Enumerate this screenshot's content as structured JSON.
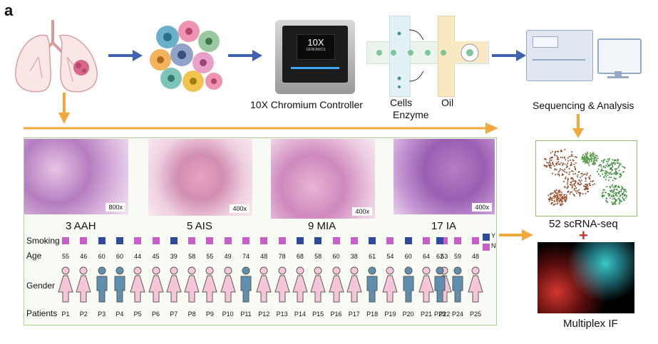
{
  "panel_label": "a",
  "steps": {
    "controller": "10X Chromium Controller",
    "device_brand": "10X",
    "device_brand_sub": "GENOMICS",
    "cells": "Cells",
    "enzyme": "Enzyme",
    "oil": "Oil",
    "sequencing": "Sequencing & Analysis"
  },
  "histology": [
    {
      "label": "3 AAH",
      "mag": "800x"
    },
    {
      "label": "5 AIS",
      "mag": "400x"
    },
    {
      "label": "9 MIA",
      "mag": "400x"
    },
    {
      "label": "17 IA",
      "mag": "400x"
    }
  ],
  "rows": {
    "smoking": "Smoking",
    "age": "Age",
    "gender": "Gender",
    "patients": "Patients"
  },
  "legend": {
    "yes": "Y",
    "no": "N"
  },
  "colors": {
    "smoke_yes": "#2e4a9e",
    "smoke_no": "#c85fc8",
    "female": "#f6c6d8",
    "male": "#5e8fae",
    "arrow_blue": "#3f63b0",
    "arrow_orange": "#f2a93b"
  },
  "patients": [
    {
      "id": "P1",
      "age": "55",
      "smoke": "N",
      "sex": "F"
    },
    {
      "id": "P2",
      "age": "46",
      "smoke": "N",
      "sex": "F"
    },
    {
      "id": "P3",
      "age": "60",
      "smoke": "Y",
      "sex": "M"
    },
    {
      "id": "P4",
      "age": "60",
      "smoke": "Y",
      "sex": "M"
    },
    {
      "id": "P5",
      "age": "44",
      "smoke": "N",
      "sex": "F"
    },
    {
      "id": "P6",
      "age": "45",
      "smoke": "N",
      "sex": "F"
    },
    {
      "id": "P7",
      "age": "39",
      "smoke": "Y",
      "sex": "F"
    },
    {
      "id": "P8",
      "age": "58",
      "smoke": "N",
      "sex": "F"
    },
    {
      "id": "P9",
      "age": "55",
      "smoke": "N",
      "sex": "F"
    },
    {
      "id": "P10",
      "age": "49",
      "smoke": "N",
      "sex": "F"
    },
    {
      "id": "P11",
      "age": "74",
      "smoke": "N",
      "sex": "M"
    },
    {
      "id": "P12",
      "age": "48",
      "smoke": "N",
      "sex": "F"
    },
    {
      "id": "P13",
      "age": "78",
      "smoke": "N",
      "sex": "F"
    },
    {
      "id": "P14",
      "age": "68",
      "smoke": "Y",
      "sex": "F"
    },
    {
      "id": "P15",
      "age": "58",
      "smoke": "Y",
      "sex": "F"
    },
    {
      "id": "P16",
      "age": "60",
      "smoke": "N",
      "sex": "F"
    },
    {
      "id": "P17",
      "age": "38",
      "smoke": "N",
      "sex": "F"
    },
    {
      "id": "P18",
      "age": "61",
      "smoke": "Y",
      "sex": "M"
    },
    {
      "id": "P19",
      "age": "54",
      "smoke": "N",
      "sex": "F"
    },
    {
      "id": "P20",
      "age": "60",
      "smoke": "Y",
      "sex": "M"
    },
    {
      "id": "P21",
      "age": "64",
      "smoke": "N",
      "sex": "F"
    },
    {
      "id": "P22",
      "age": "53",
      "smoke": "N",
      "sex": "F"
    },
    {
      "id": "P23",
      "age": "62",
      "smoke": "Y",
      "sex": "M"
    },
    {
      "id": "P24",
      "age": "59",
      "smoke": "N",
      "sex": "M"
    },
    {
      "id": "P25",
      "age": "48",
      "smoke": "N",
      "sex": "F"
    }
  ],
  "outputs": {
    "scrna": "52 scRNA-seq",
    "plus": "+",
    "mif": "Multiplex IF"
  }
}
